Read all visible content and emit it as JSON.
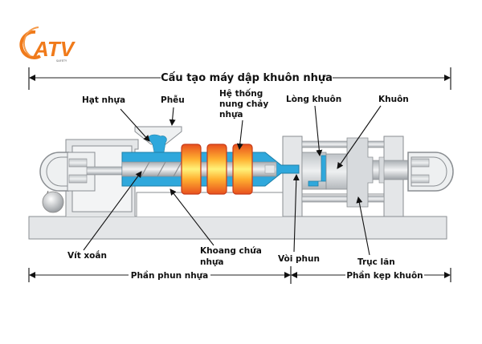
{
  "logo": {
    "text": "ATV",
    "subtext": "SAFETY",
    "color": "#f07a1a"
  },
  "title": "Cấu tạo máy dập khuôn nhựa",
  "labels": {
    "hat_nhua": "Hạt nhựa",
    "pheu": "Phễu",
    "he_thong_1": "Hệ thống",
    "he_thong_2": "nung chảy",
    "he_thong_3": "nhựa",
    "long_khuon": "Lòng khuôn",
    "khuon": "Khuôn",
    "vit_xoan": "Vít xoắn",
    "khoang_1": "Khoang chứa",
    "khoang_2": "nhựa",
    "voi_phun": "Vòi phun",
    "truc_lan": "Trục lăn"
  },
  "sections": {
    "injection": "Phần phun nhựa",
    "clamping": "Phần kẹp khuôn"
  },
  "colors": {
    "frame": "#e4e6e8",
    "frame_stroke": "#8a8e92",
    "barrel": "#2fa8dc",
    "heater_outer": "#e04a1c",
    "heater_inner": "#ffd84a",
    "arrow": "#111111"
  }
}
